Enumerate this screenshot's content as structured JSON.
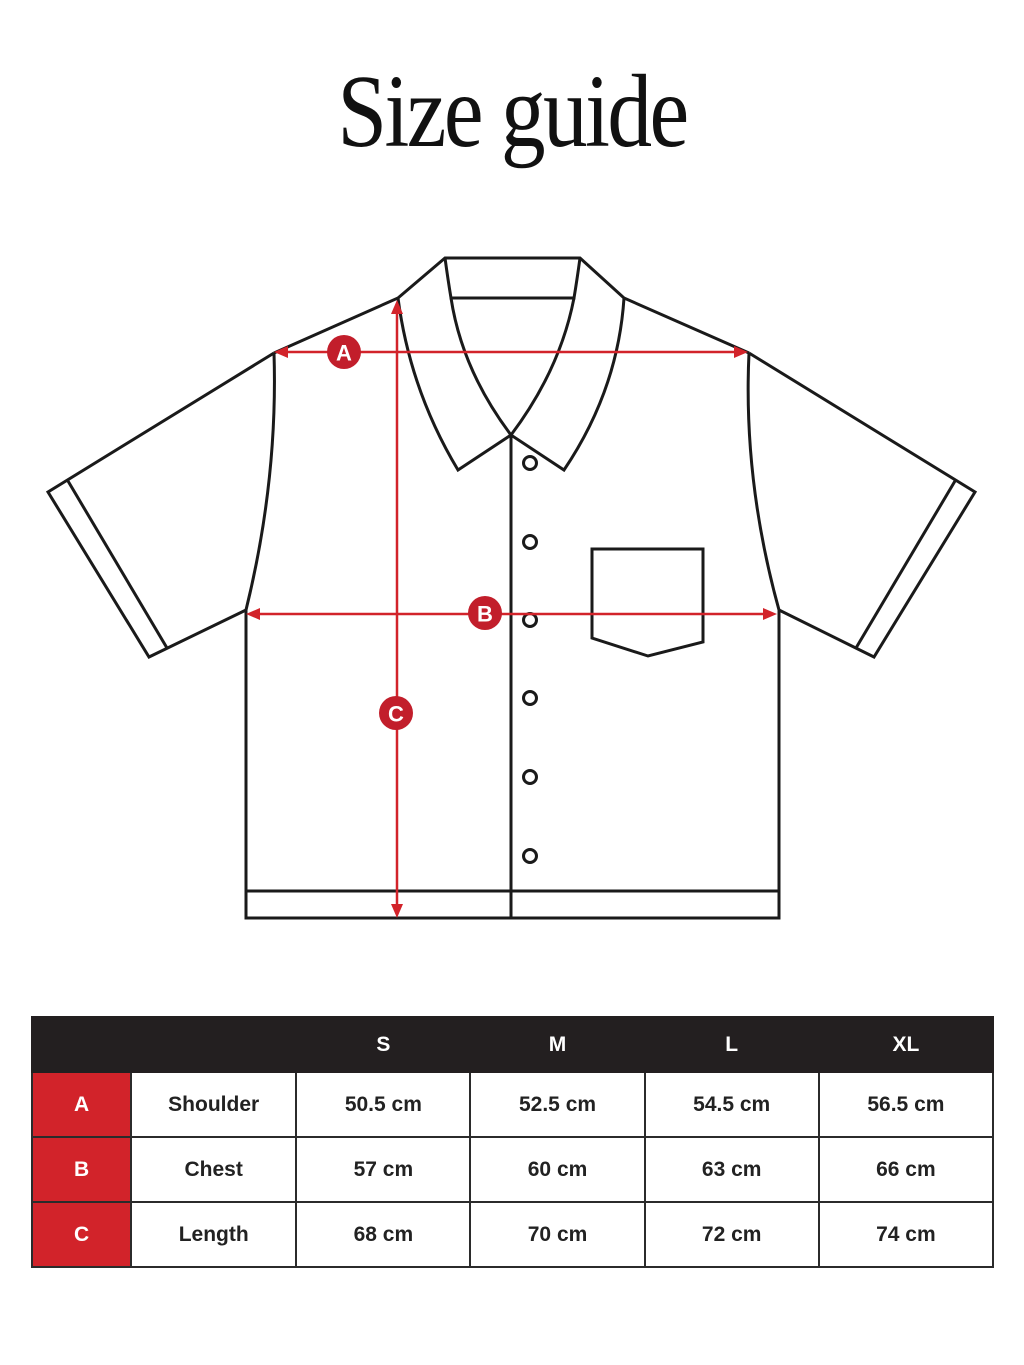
{
  "title": "Size guide",
  "colors": {
    "measurement_line": "#d2232a",
    "badge": "#c21e2b",
    "table_header_bg": "#231f20",
    "key_column_bg": "#d2232a",
    "outline": "#1a1a1a"
  },
  "diagram": {
    "markers": [
      {
        "id": "A",
        "label": "A",
        "measures": "Shoulder"
      },
      {
        "id": "B",
        "label": "B",
        "measures": "Chest"
      },
      {
        "id": "C",
        "label": "C",
        "measures": "Length"
      }
    ],
    "buttons_count": 6
  },
  "table": {
    "headers": [
      "",
      "",
      "S",
      "M",
      "L",
      "XL"
    ],
    "rows": [
      {
        "key": "A",
        "name": "Shoulder",
        "values": [
          "50.5 cm",
          "52.5 cm",
          "54.5 cm",
          "56.5 cm"
        ]
      },
      {
        "key": "B",
        "name": "Chest",
        "values": [
          "57 cm",
          "60 cm",
          "63 cm",
          "66 cm"
        ]
      },
      {
        "key": "C",
        "name": "Length",
        "values": [
          "68 cm",
          "70 cm",
          "72 cm",
          "74 cm"
        ]
      }
    ]
  }
}
